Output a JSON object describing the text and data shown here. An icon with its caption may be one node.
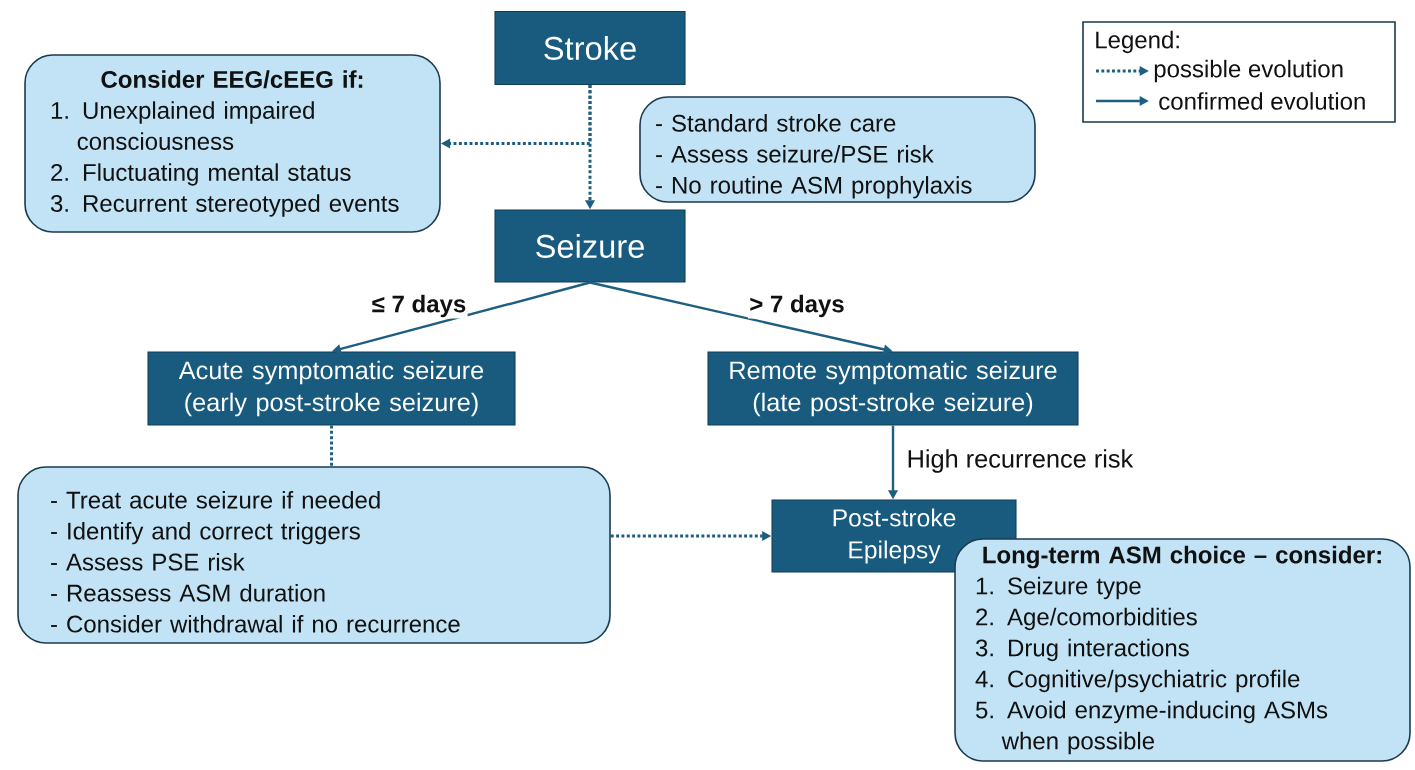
{
  "diagram": {
    "nodes": [
      {
        "text": [
          "Stroke"
        ]
      },
      {
        "text": [
          "Consider EEG/cEEG if:",
          "1. Unexplained impaired consciousness",
          "2. Fluctuating mental status",
          "3. Recurrent stereotyped events"
        ]
      },
      {
        "text": [
          "- Standard stroke care",
          "- Assess seizure/PSE risk",
          "- No routine ASM prophylaxis"
        ]
      },
      {
        "text": [
          "Seizure"
        ]
      },
      {
        "text": [
          "Acute symptomatic seizure",
          "(early post-stroke seizure)"
        ]
      },
      {
        "text": [
          "Remote symptomatic seizure",
          "(late post-stroke seizure)"
        ]
      },
      {
        "text": [
          "- Treat acute seizure if needed",
          "- Identify and correct triggers",
          "- Assess PSE risk",
          "- Reassess ASM duration",
          "- Consider withdrawal if no recurrence"
        ]
      },
      {
        "text": [
          "Post-stroke Epilepsy"
        ]
      },
      {
        "text": [
          "Long-term ASM choice – consider:",
          "1. Seizure type",
          "2. Age/comorbidities",
          "3. Drug interactions",
          "4. Cognitive/psychiatric profile",
          "5. Avoid enzyme-inducing ASMs when possible"
        ]
      }
    ],
    "edges": [
      {
        "from": 0,
        "to": 3,
        "arrow": "to",
        "style": "dashed"
      },
      {
        "from": 0,
        "to": 1,
        "arrow": "to",
        "style": "dashed"
      },
      {
        "from": 3,
        "to": 4,
        "arrow": "to",
        "label": "≤ 7 days"
      },
      {
        "from": 3,
        "to": 5,
        "arrow": "to",
        "label": "> 7 days"
      },
      {
        "from": 4,
        "to": 6,
        "arrow": "none",
        "style": "dashed"
      },
      {
        "from": 5,
        "to": 7,
        "arrow": "to",
        "label": "High recurrence risk"
      },
      {
        "from": 6,
        "to": 7,
        "arrow": "to",
        "style": "dashed"
      }
    ],
    "labels": [
      "Legend:"
    ],
    "legend": [
      {
        "text": "possible evolution"
      },
      {
        "text": "confirmed evolution"
      }
    ]
  }
}
